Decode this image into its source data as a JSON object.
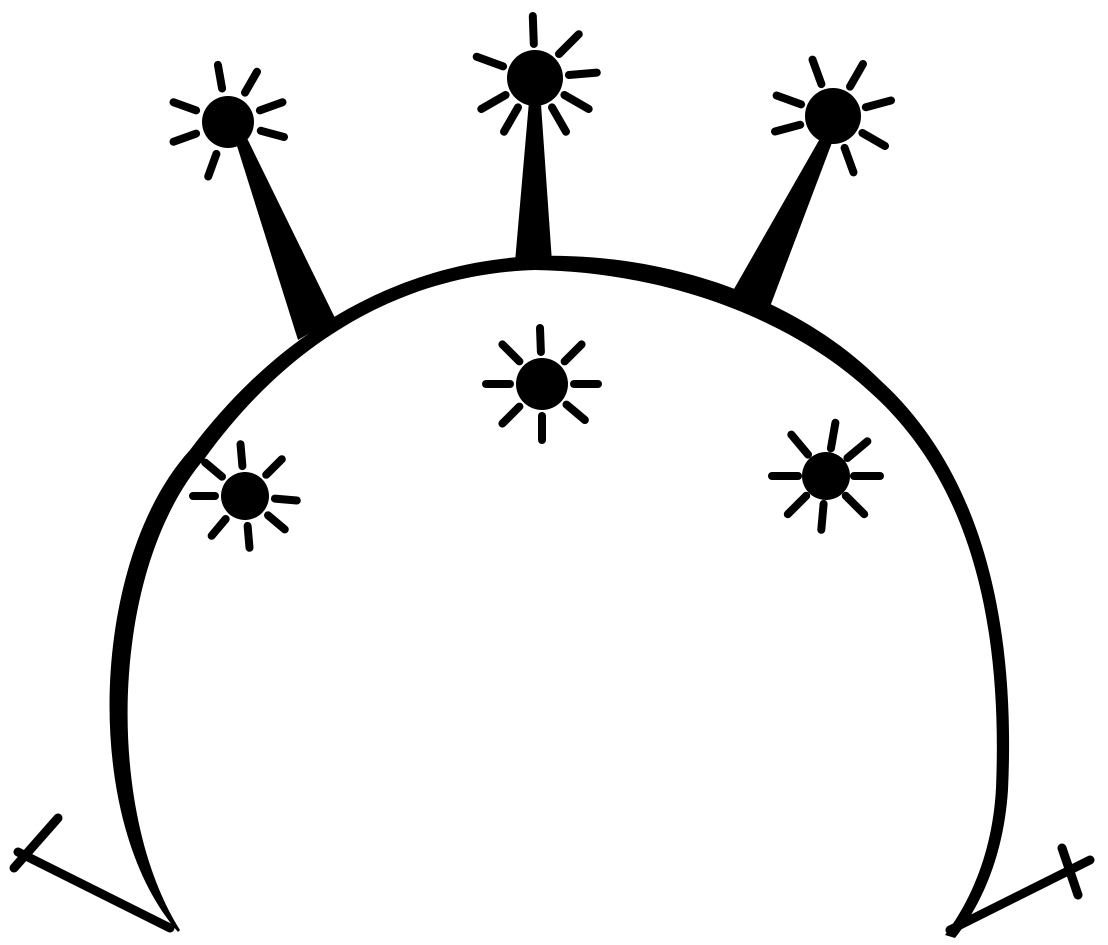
{
  "figure": {
    "background_color": "#ffffff",
    "ink_color": "#000000",
    "elements": [
      "arch-outline",
      "left-foot-hook",
      "right-foot-hook",
      "spike-left",
      "spike-center",
      "spike-right",
      "star-top-left",
      "star-top-center",
      "star-top-right",
      "star-inner-left",
      "star-inner-center",
      "star-inner-right"
    ]
  }
}
